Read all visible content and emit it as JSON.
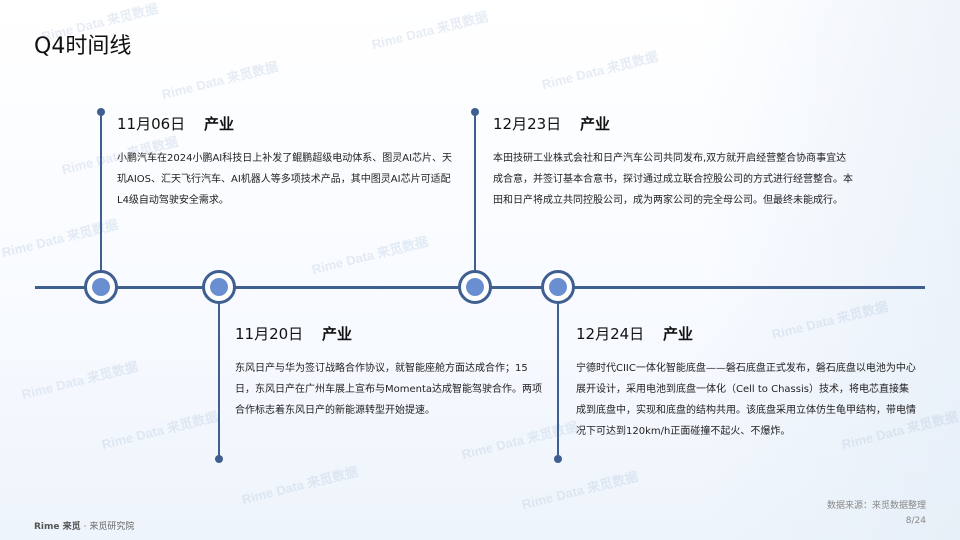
{
  "title": "Q4时间线",
  "events": [
    {
      "date": "11月06日",
      "category": "产业",
      "text": "小鹏汽车在2024小鹏AI科技日上补发了鲲鹏超级电动体系、图灵AI芯片、天玑AIOS、汇天飞行汽车、AI机器人等多项技术产品，其中图灵AI芯片可适配L4级自动驾驶安全需求。"
    },
    {
      "date": "11月20日",
      "category": "产业",
      "text": "东风日产与华为签订战略合作协议，就智能座舱方面达成合作；15日，东风日产在广州车展上宣布与Momenta达成智能驾驶合作。两项合作标志着东风日产的新能源转型开始提速。"
    },
    {
      "date": "12月23日",
      "category": "产业",
      "text": "本田技研工业株式会社和日产汽车公司共同发布,双方就开启经营整合协商事宜达成合意，并签订基本合意书，探讨通过成立联合控股公司的方式进行经营整合。本田和日产将成立共同控股公司，成为两家公司的完全母公司。但最终未能成行。"
    },
    {
      "date": "12月24日",
      "category": "产业",
      "text": "宁德时代CIIC一体化智能底盘——磐石底盘正式发布，磐石底盘以电池为中心展开设计，采用电池到底盘一体化（Cell to Chassis）技术，将电芯直接集成到底盘中，实现和底盘的结构共用。该底盘采用立体仿生龟甲结构，带电情况下可达到120km/h正面碰撞不起火、不爆炸。"
    }
  ],
  "footer": {
    "source": "数据来源：来觅数据整理",
    "page": "8/24",
    "logo_brand": "Rime 来觅",
    "logo_sub": "· 来觅研究院"
  },
  "watermark_text": "Rime Data 来觅数据"
}
